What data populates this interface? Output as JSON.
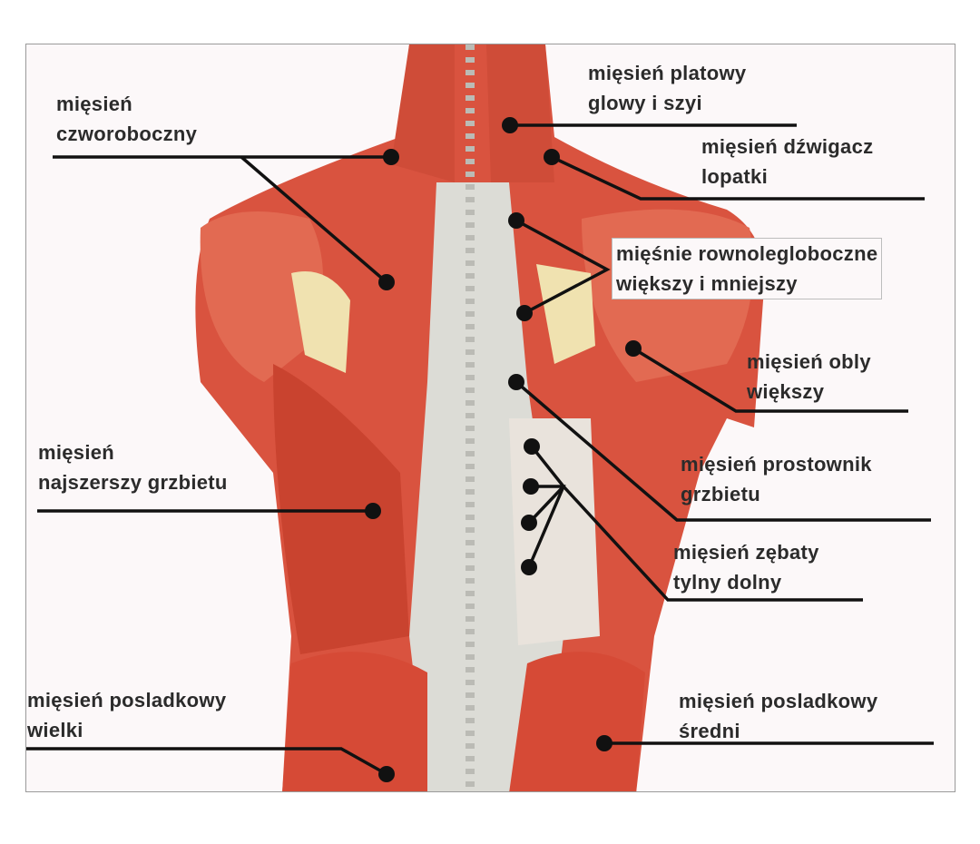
{
  "labels": {
    "trapezius": {
      "line1": "mięsień",
      "line2": "czworoboczny"
    },
    "splenius": {
      "line1": "mięsień platowy",
      "line2": "glowy i szyi"
    },
    "levator": {
      "line1": "mięsień dźwigacz",
      "line2": "lopatki"
    },
    "rhomboid": {
      "line1": "mięśnie rownolegloboczne",
      "line2": "większy i mniejszy"
    },
    "teres": {
      "line1": "mięsień obly",
      "line2": "większy"
    },
    "latissimus": {
      "line1": "mięsień",
      "line2": "najszerszy grzbietu"
    },
    "erector": {
      "line1": "mięsień prostownik",
      "line2": "grzbietu"
    },
    "serratus": {
      "line1": "mięsień zębaty",
      "line2": "tylny dolny"
    },
    "gluteus_max": {
      "line1": "mięsień posladkowy",
      "line2": "wielki"
    },
    "gluteus_med": {
      "line1": "mięsień posladkowy",
      "line2": "średni"
    }
  },
  "colors": {
    "muscle": "#d9533f",
    "muscle_light": "#ec8a74",
    "tendon": "#dcdcd6",
    "line": "#111111"
  }
}
